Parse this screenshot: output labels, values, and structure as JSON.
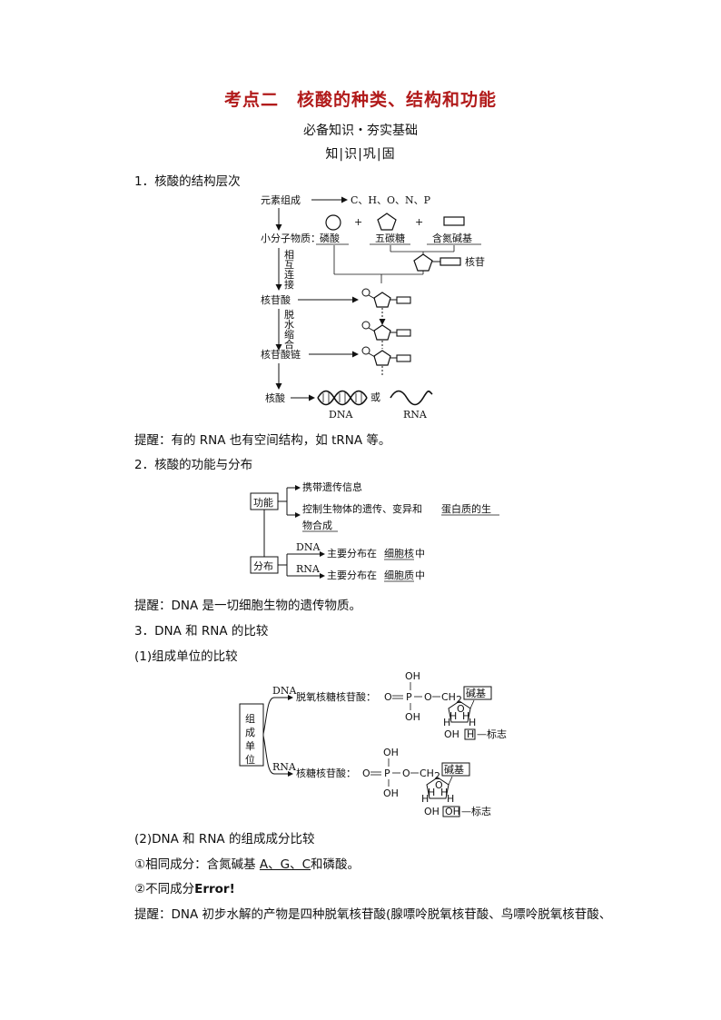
{
  "header": {
    "title": "考点二　核酸的种类、结构和功能",
    "subtitle": "必备知识・夯实基础",
    "subtitle2": "知|识|巩|固"
  },
  "s1": {
    "heading": "1．核酸的结构层次",
    "diagram": {
      "element_label": "元素组成",
      "elements": "C、H、O、N、P",
      "small_label": "小分子物质：",
      "phosphate": "磷酸",
      "sugar": "五碳糖",
      "base": "含氮碱基",
      "nucleoside": "核苷",
      "link_note": [
        "相",
        "互",
        "连",
        "接"
      ],
      "nucleotide": "核苷酸",
      "condense_note": [
        "脱",
        "水",
        "缩",
        "合"
      ],
      "chain": "核苷酸链",
      "nucleic": "核酸",
      "dna": "DNA",
      "or": "或",
      "rna": "RNA",
      "plus": "+"
    },
    "tip": "提醒：有的 RNA 也有空间结构，如 tRNA 等。"
  },
  "s2": {
    "heading": "2．核酸的功能与分布",
    "func_label": "功能",
    "func1": "携带遗传信息",
    "func2_a": "控制生物体的遗传、变异和",
    "func2_b": "蛋白质的生",
    "func2_c": "物合成",
    "dist_label": "分布",
    "dna": "DNA",
    "dna_text": "主要分布在",
    "dna_place": "细胞核",
    "rna": "RNA",
    "rna_text": "主要分布在",
    "rna_place": "细胞质",
    "zhong": "中",
    "tip": "提醒：DNA 是一切细胞生物的遗传物质。"
  },
  "s3": {
    "heading": "3．DNA 和 RNA 的比较",
    "sub1": "(1)组成单位的比较",
    "unit_label": [
      "组",
      "成",
      "单",
      "位"
    ],
    "dna": "DNA",
    "dna_name": "脱氧核糖核苷酸：",
    "rna": "RNA",
    "rna_name": "核糖核苷酸：",
    "oh": "OH",
    "o": "O",
    "p": "P",
    "ch2": "CH",
    "two": "2",
    "base": "碱基",
    "h": "H",
    "mark": "标志",
    "dash": "—",
    "eq": "O═P—O—",
    "sub2": "(2)DNA 和 RNA 的组成成分比较",
    "same_pre": "①相同成分：含氮碱基 ",
    "same_bases": "A、G、C",
    "same_post": "和磷酸。",
    "diff_pre": "②不同成分",
    "diff_err": "Error!",
    "tip": "提醒：DNA 初步水解的产物是四种脱氧核苷酸(腺嘌呤脱氧核苷酸、鸟嘌呤脱氧核苷酸、"
  }
}
